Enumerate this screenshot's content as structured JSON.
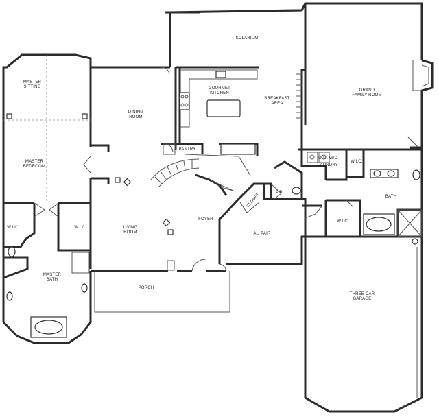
{
  "rooms": {
    "solarium": "SOLARIUM",
    "grand_family_1": "GRAND",
    "grand_family_2": "FAMILY ROOM",
    "master_sitting_1": "MASTER",
    "master_sitting_2": "SITTING",
    "dining_1": "DINING",
    "dining_2": "ROOM",
    "kitchen_1": "GOURMET",
    "kitchen_2": "KITCHEN",
    "breakfast_1": "BREAKFAST",
    "breakfast_2": "AREA",
    "master_bedroom_1": "MASTER",
    "master_bedroom_2": "BEDROOM",
    "pantry": "PANTRY",
    "laundry_1": "OPT. W/D",
    "laundry_2": "LAUNDRY",
    "wic_top": "W.I.C.",
    "bath": "BATH",
    "closet": "CLOSET",
    "pr": "P.R.",
    "wic_left": "W.I.C.",
    "wic_mid": "W.I.C.",
    "living_1": "LIVING",
    "living_2": "ROOM",
    "foyer": "FOYER",
    "au_pair": "AU PAIR",
    "wic_right": "W.I.C.",
    "master_bath_1": "MASTER",
    "master_bath_2": "BATH",
    "porch": "PORCH",
    "garage_1": "THREE CAR",
    "garage_2": "GARAGE"
  }
}
